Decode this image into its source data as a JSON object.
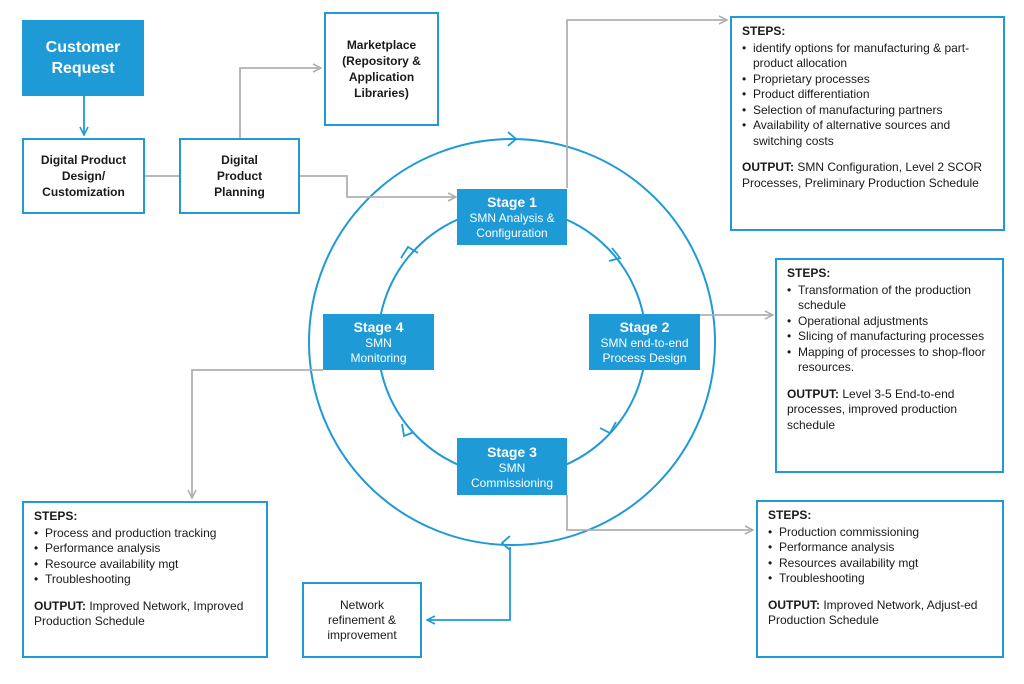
{
  "boxes": {
    "customer_request": [
      "Customer",
      "Request"
    ],
    "digital_product_design": [
      "Digital Product",
      "Design/",
      "Customization"
    ],
    "digital_product_planning": [
      "Digital",
      "Product",
      "Planning"
    ],
    "marketplace": [
      "Marketplace",
      "(Repository &",
      "Application",
      "Libraries)"
    ],
    "network_refinement": [
      "Network",
      "refinement &",
      "improvement"
    ]
  },
  "stages": [
    {
      "title": "Stage 1",
      "lines": [
        "SMN Analysis &",
        "Configuration"
      ]
    },
    {
      "title": "Stage 2",
      "lines": [
        "SMN end-to-end",
        "Process Design"
      ]
    },
    {
      "title": "Stage 3",
      "lines": [
        "SMN",
        "Commissioning"
      ]
    },
    {
      "title": "Stage 4",
      "lines": [
        "SMN",
        "Monitoring"
      ]
    }
  ],
  "steps": {
    "header": "STEPS:",
    "output_label": "OUTPUT:",
    "stage1": {
      "items": [
        "identify options for manufacturing & part-product allocation",
        "Proprietary processes",
        "Product differentiation",
        "Selection of manufacturing partners",
        "Availability of alternative sources and switching costs"
      ],
      "output": "SMN Configuration, Level 2 SCOR Processes, Preliminary Production Schedule"
    },
    "stage2": {
      "items": [
        "Transformation of the production schedule",
        "Operational adjustments",
        "Slicing of manufacturing processes",
        "Mapping of processes to shop-floor resources."
      ],
      "output": "Level 3-5 End-to-end processes, improved production schedule"
    },
    "stage3": {
      "items": [
        "Production commissioning",
        "Performance analysis",
        "Resources availability mgt",
        "Troubleshooting"
      ],
      "output": "Improved Network, Adjust-ed Production Schedule"
    },
    "stage4": {
      "items": [
        "Process and production tracking",
        "Performance analysis",
        "Resource availability mgt",
        "Troubleshooting"
      ],
      "output": "Improved Network, Improved Production Schedule"
    }
  },
  "colors": {
    "accent": "#1e9ad6",
    "connector": "#b0b0b0",
    "text": "#1a1a1a"
  }
}
